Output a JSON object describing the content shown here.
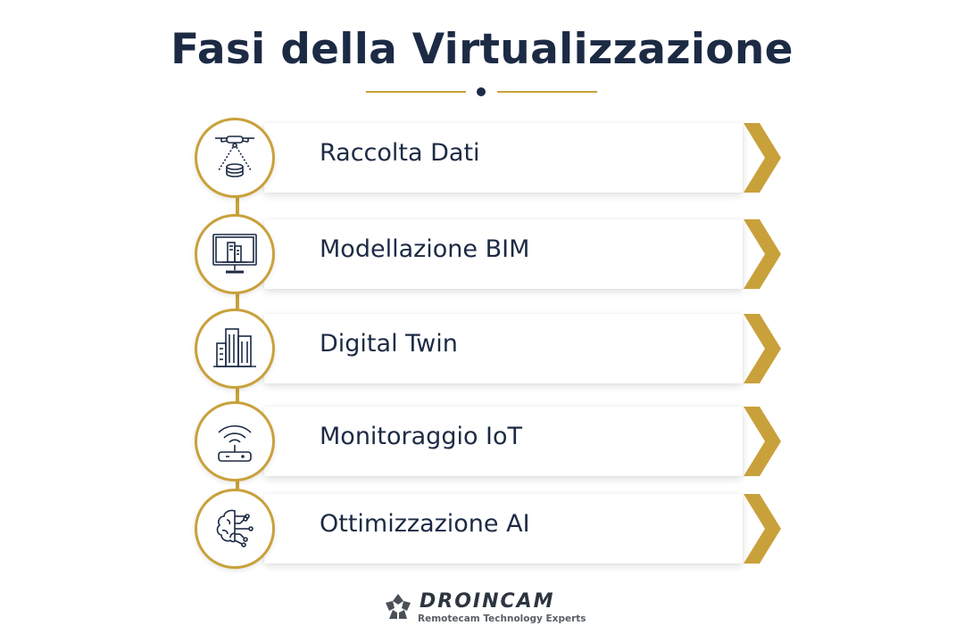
{
  "title": "Fasi della Virtualizzazione",
  "accent_color": "#c9a13b",
  "text_color": "#1c2a44",
  "steps": [
    {
      "label": "Raccolta Dati",
      "icon": "drone-scan-icon"
    },
    {
      "label": "Modellazione BIM",
      "icon": "monitor-building-icon"
    },
    {
      "label": "Digital Twin",
      "icon": "buildings-icon"
    },
    {
      "label": "Monitoraggio IoT",
      "icon": "wifi-router-icon"
    },
    {
      "label": "Ottimizzazione AI",
      "icon": "ai-brain-icon"
    }
  ],
  "logo": {
    "name": "DROINCAM",
    "tagline": "Remotecam Technology Experts"
  }
}
